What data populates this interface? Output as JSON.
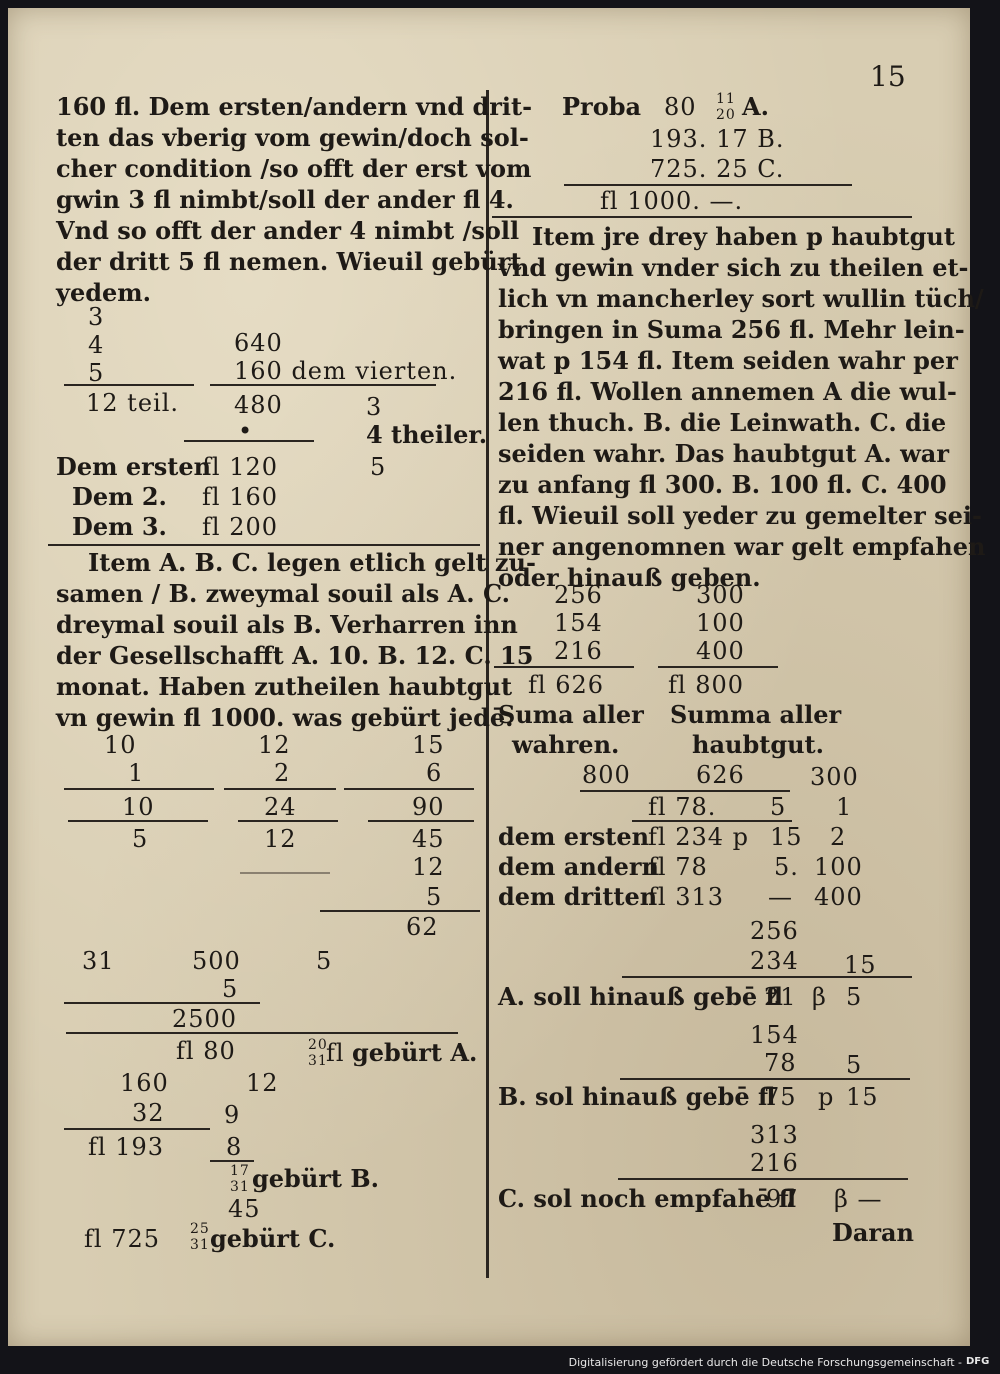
{
  "page_number": "15",
  "left": {
    "paragraph1": [
      "160 fl. Dem ersten/andern vnd drit-",
      "ten das vberig vom gewin/doch sol-",
      "cher condition /so offt der erst vom",
      "gwin 3 fl nimbt/soll der ander fl 4.",
      "Vnd so offt der ander 4 nimbt /soll",
      "der dritt 5 fl nemen. Wieuil gebürt",
      "yedem."
    ],
    "calc1": {
      "parts": [
        "3",
        "4",
        "5"
      ],
      "parts_sum": "12 teil.",
      "a": "640",
      "b": "160 dem vierten.",
      "c": "480",
      "dot": "•",
      "sh1": "3",
      "sh2": "4 theiler.",
      "sh3": "5",
      "r1_label": "Dem ersten",
      "r1_val": "fl 120",
      "r2_label": "Dem 2.",
      "r2_val": "fl 160",
      "r3_label": "Dem 3.",
      "r3_val": "fl 200"
    },
    "paragraph2": [
      "Item A. B. C. legen etlich gelt zu-",
      "samen / B. zweymal souil als A. C.",
      "dreymal souil als B. Verharren inn",
      "der Gesellschafft A. 10. B. 12. C. 15",
      "monat. Haben zutheilen haubtgut",
      "vn gewin fl 1000. was gebürt jedē."
    ],
    "calc2": {
      "r1": [
        "10",
        "12",
        "15"
      ],
      "r2": [
        "1",
        "2",
        "6"
      ],
      "r3": [
        "10",
        "24",
        "90"
      ],
      "r4": [
        "5",
        "12",
        "45"
      ],
      "s1": "12",
      "s2": "5",
      "s3": "62",
      "row_a1": "31",
      "row_a2": "500",
      "row_a3": "5",
      "mul": "5",
      "prod": "2500",
      "resA_val": "fl 80",
      "resA_frac_num": "20",
      "resA_frac_den": "31",
      "resA_unit": "fl",
      "resA_label": "gebürt A.",
      "b1": "160",
      "b2": "12",
      "b3": "32",
      "b4": "9",
      "b5": "fl 193",
      "b6": "8",
      "resB_frac_num": "17",
      "resB_frac_den": "31",
      "resB_label": "gebürt B.",
      "c1": "45",
      "resC_val": "fl 725",
      "resC_frac_num": "25",
      "resC_frac_den": "31",
      "resC_label": "gebürt C."
    }
  },
  "right": {
    "proba": {
      "label": "Proba",
      "l1_val": "80",
      "l1_num": "11",
      "l1_den": "20",
      "l1_suffix": "A.",
      "l2": "193. 17 B.",
      "l3": "725. 25 C.",
      "total": "fl 1000. —."
    },
    "paragraph": [
      "Item jre drey haben p haubtgut",
      "vnd gewin vnder sich zu theilen et-",
      "lich vn mancherley sort wullin tüch/",
      "bringen in Suma 256 fl. Mehr lein-",
      "wat p 154 fl. Item seiden wahr per",
      "216 fl. Wollen annemen A die wul-",
      "len thuch. B. die Leinwath. C. die",
      "seiden wahr. Das haubtgut A. war",
      "zu anfang fl 300. B. 100 fl. C. 400",
      "fl. Wieuil soll yeder zu gemelter sei-",
      "ner angenomnen war gelt empfahen",
      "oder hinauß geben."
    ],
    "calc": {
      "w": [
        "256",
        "154",
        "216"
      ],
      "h": [
        "300",
        "100",
        "400"
      ],
      "w_sum": "fl 626",
      "h_sum": "fl 800",
      "w_lab1": "Suma aller",
      "w_lab2": "wahren.",
      "h_lab1": "Summa aller",
      "h_lab2": "haubtgut.",
      "d1": "800",
      "d2": "626",
      "d3": "300",
      "q1": "fl 78.",
      "q2": "5",
      "q3": "1",
      "r1_label": "dem ersten",
      "r1_val": "fl 234 p",
      "r1_a": "15",
      "r1_b": "2",
      "r2_label": "dem andern",
      "r2_val": "fl 78",
      "r2_a": "5.",
      "r2_b": "100",
      "r3_label": "dem dritten",
      "r3_val": "fl 313",
      "r3_a": "—",
      "r3_b": "400",
      "x1": "256",
      "x2": "234",
      "x3": "15",
      "A_label": "A. soll hinauß gebē fl",
      "A_val": "21",
      "A_b": "β",
      "A_c": "5",
      "y1": "154",
      "y2": "78",
      "y3": "5",
      "B_label": "B. sol hinauß gebē fl",
      "B_val": "75",
      "B_b": "p",
      "B_c": "15",
      "z1": "313",
      "z2": "216",
      "C_label": "C. sol noch empfahē fl",
      "C_val": "97",
      "C_b": "β —",
      "catchword": "Daran"
    }
  },
  "footer": {
    "credit": "Digitalisierung gefördert durch die Deutsche Forschungsgemeinschaft -",
    "logo": "DFG"
  }
}
